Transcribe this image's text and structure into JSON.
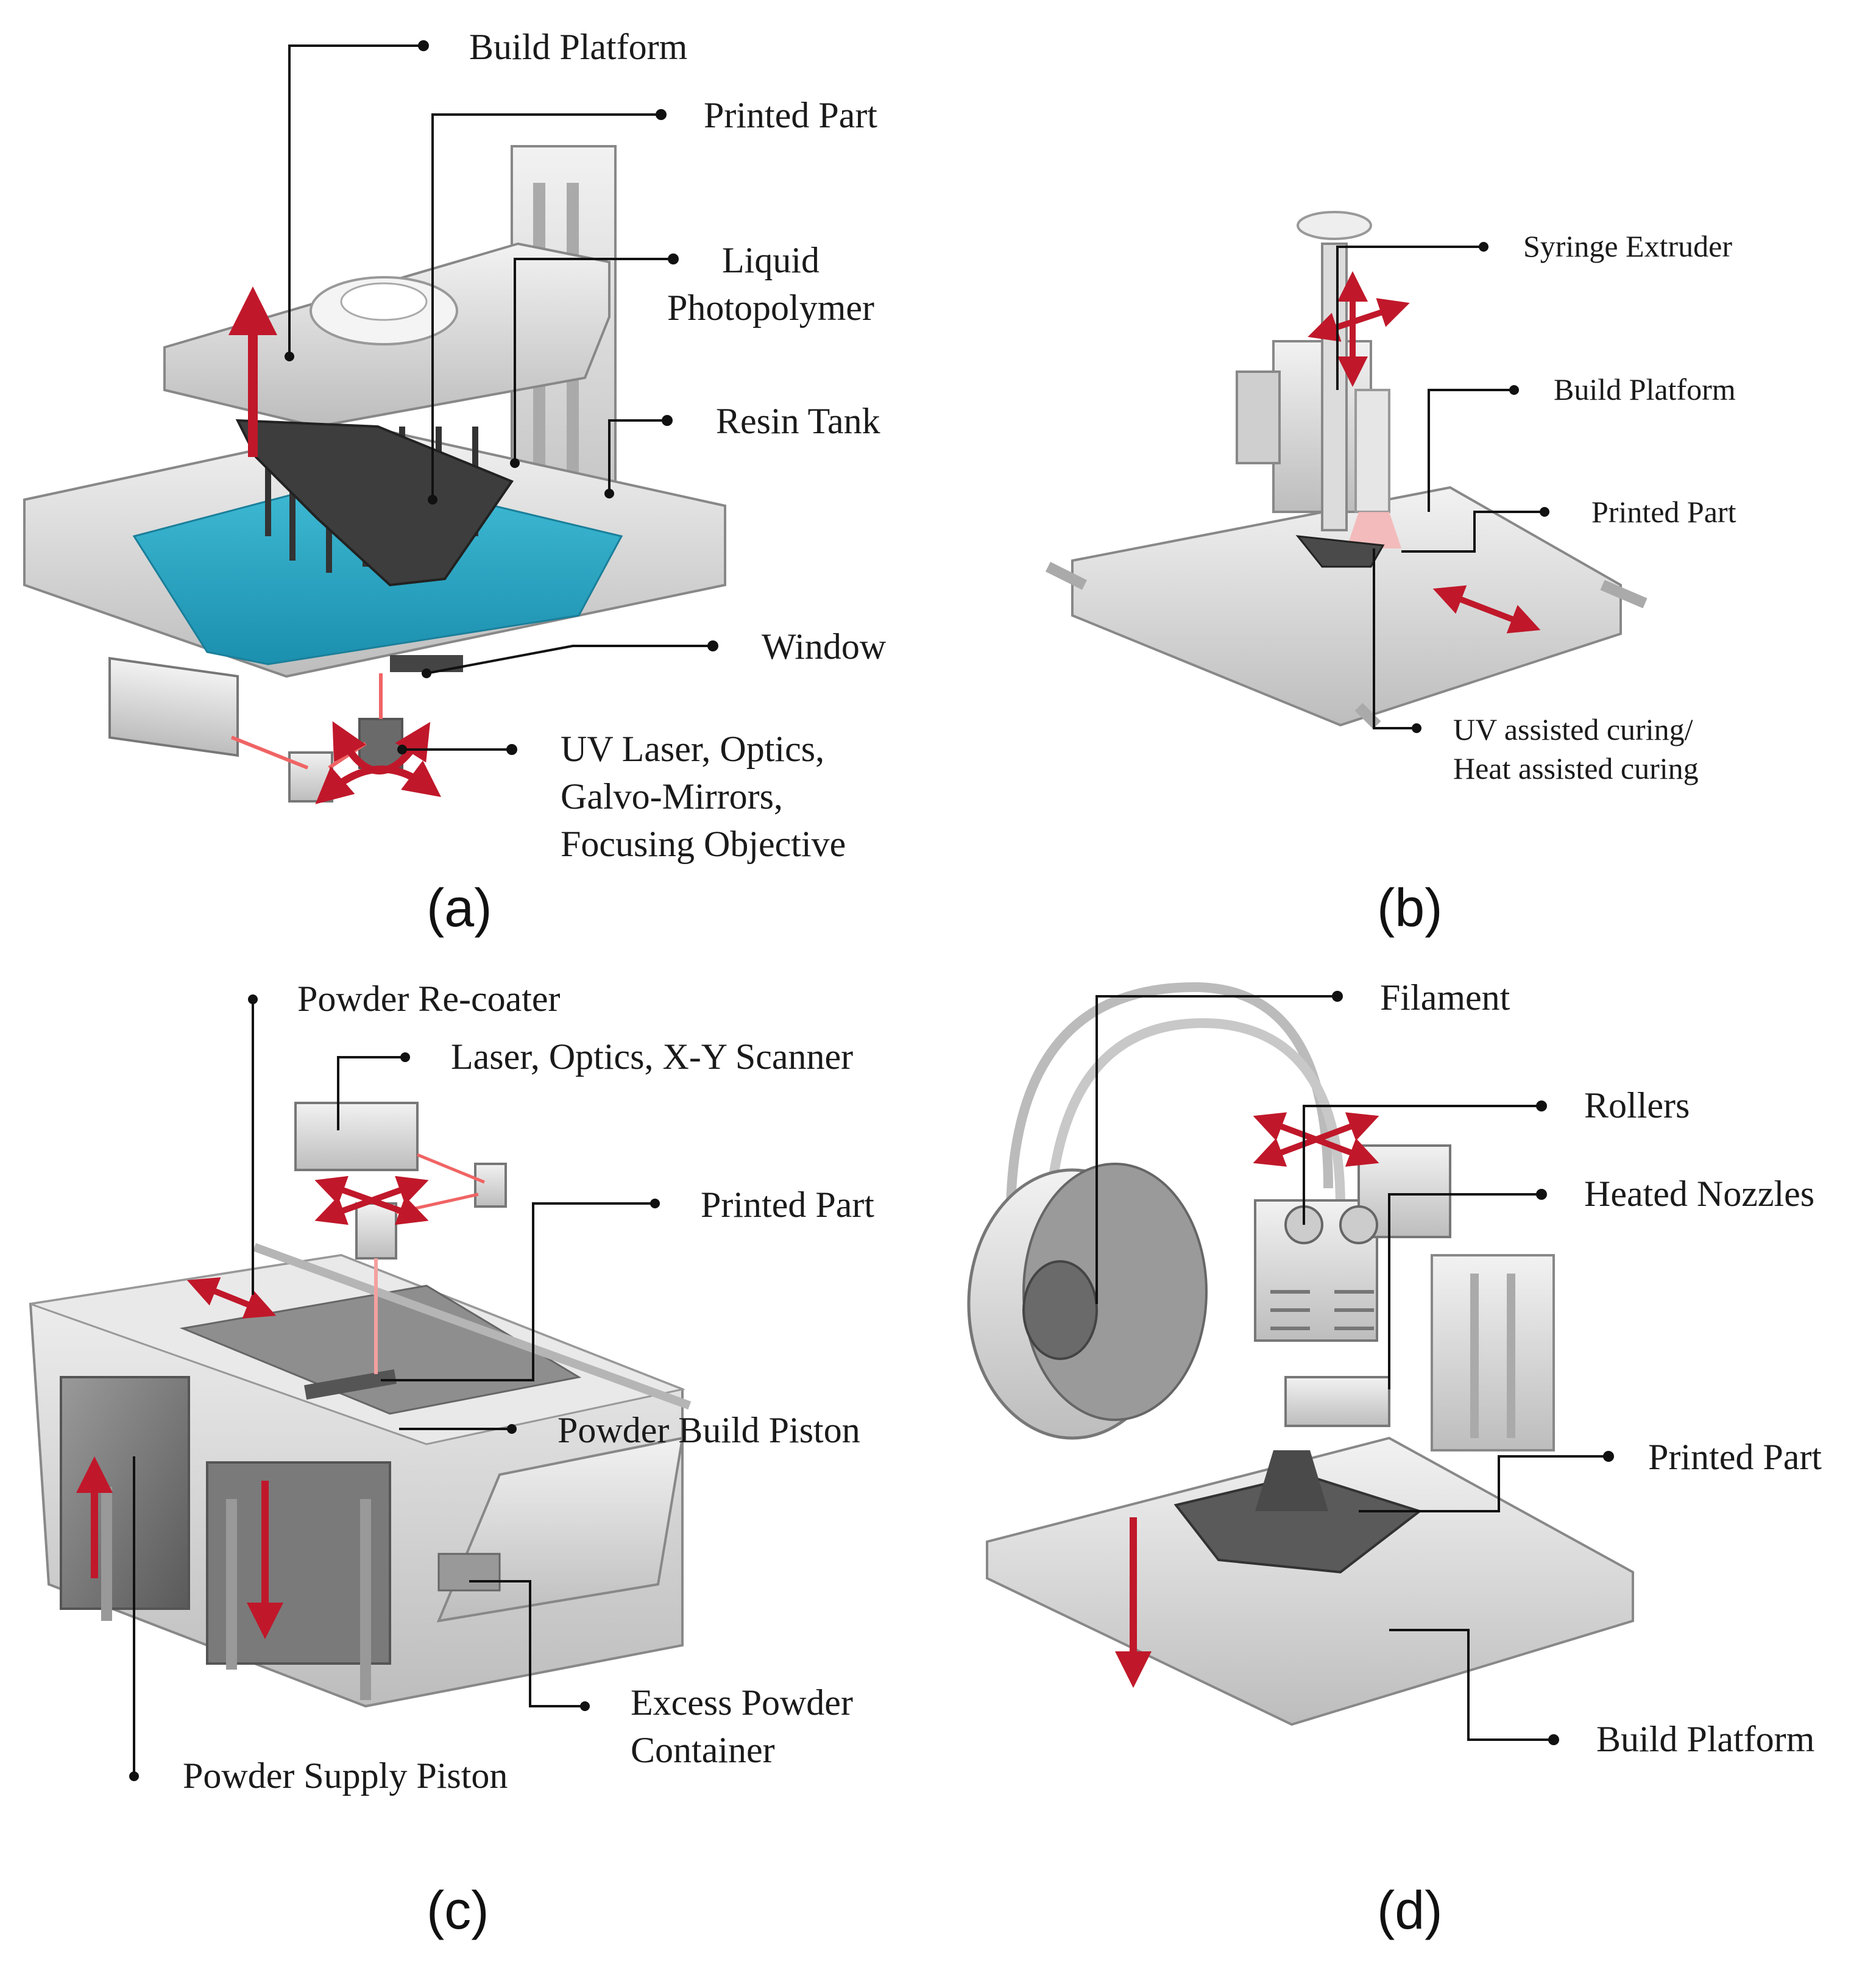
{
  "panel_a": {
    "caption": "(a)",
    "labels": {
      "build_platform": "Build Platform",
      "printed_part": "Printed Part",
      "liquid_photopolymer": "Liquid\nPhotopolymer",
      "resin_tank": "Resin Tank",
      "window": "Window",
      "uv_laser": "UV Laser, Optics,\nGalvo-Mirrors,\nFocusing Objective"
    }
  },
  "panel_b": {
    "caption": "(b)",
    "labels": {
      "syringe_extruder": "Syringe Extruder",
      "build_platform": "Build Platform",
      "printed_part": "Printed Part",
      "curing": "UV assisted curing/\nHeat assisted curing"
    }
  },
  "panel_c": {
    "caption": "(c)",
    "labels": {
      "recoater": "Powder Re-coater",
      "laser": "Laser, Optics, X-Y Scanner",
      "printed_part": "Printed Part",
      "build_piston": "Powder Build Piston",
      "excess": "Excess Powder\nContainer",
      "supply_piston": "Powder Supply Piston"
    }
  },
  "panel_d": {
    "caption": "(d)",
    "labels": {
      "filament": "Filament",
      "rollers": "Rollers",
      "nozzles": "Heated Nozzles",
      "printed_part": "Printed Part",
      "build_platform": "Build Platform"
    }
  },
  "colors": {
    "resin": "#2aa8c4",
    "arrow": "#c0182a",
    "machine": "#d8d8d8",
    "machine_dark": "#8a8a8a",
    "part": "#4a4a4a",
    "laser": "#f08080"
  }
}
